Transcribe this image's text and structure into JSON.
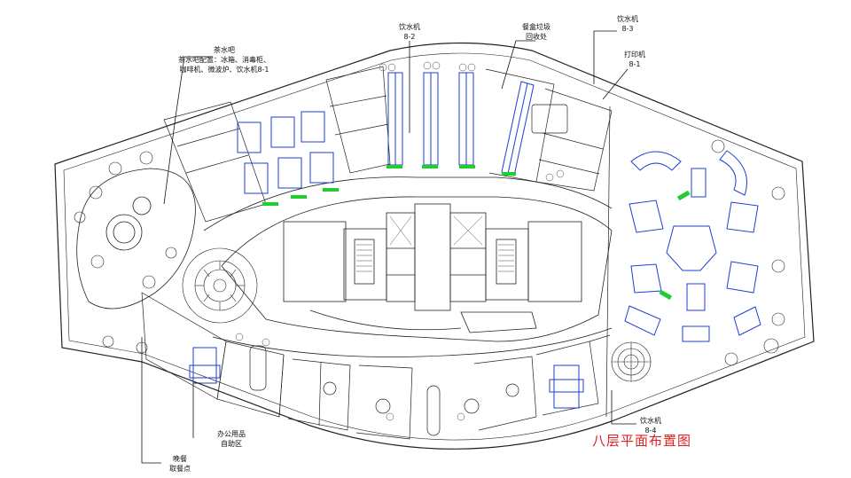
{
  "title": "八层平面布置图",
  "annotations": {
    "tea_bar": "茶水吧",
    "tea_bar_config_1": "茶水吧配置：冰箱、消毒柜、",
    "tea_bar_config_2": "咖啡机、微波炉、饮水机8-1",
    "water_8_2": "饮水机",
    "water_8_2_id": "8-2",
    "recycle_1": "餐盒垃圾",
    "recycle_2": "回收处",
    "water_8_3": "饮水机",
    "water_8_3_id": "8-3",
    "printer": "打印机",
    "printer_id": "8-1",
    "water_8_4": "饮水机",
    "water_8_4_id": "8-4",
    "office_supplies_1": "办公用品",
    "office_supplies_2": "自助区",
    "dinner_1": "晚餐",
    "dinner_2": "取餐点"
  },
  "colors": {
    "linework": "#222222",
    "workstation": "#1e3fd6",
    "accent_green": "#22cc33",
    "title_red": "#e02020"
  }
}
